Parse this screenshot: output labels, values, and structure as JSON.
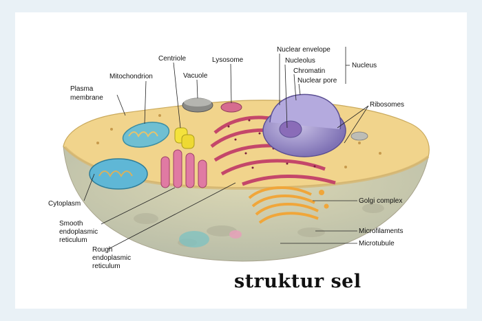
{
  "labels": {
    "plasma_membrane": [
      "Plasma",
      "membrane"
    ],
    "mitochondrion": "Mitochondrion",
    "centriole": "Centriole",
    "vacuole": "Vacuole",
    "lysosome": "Lysosome",
    "nuclear_envelope": "Nuclear envelope",
    "nucleolus": "Nucleolus",
    "chromatin": "Chromatin",
    "nuclear_pore": "Nuclear pore",
    "nucleus": "Nucleus",
    "ribosomes": "Ribosomes",
    "cytoplasm": "Cytoplasm",
    "smooth_er": [
      "Smooth",
      "endoplasmic",
      "reticulum"
    ],
    "rough_er": [
      "Rough",
      "endoplasmic",
      "reticulum"
    ],
    "golgi": "Golgi complex",
    "microfilaments": "Microfilaments",
    "microtubule": "Microtubule"
  },
  "caption": "struktur sel",
  "colors": {
    "background": "#e9f1f6",
    "cytoplasm": "#f1d48c",
    "cell_body": "#c8c6a4",
    "nucleus": "#9b8fc6",
    "mitochondrion": "#6fbfd2",
    "rough_er": "#c4476a",
    "golgi": "#f0a63a",
    "centriole": "#f4e23c"
  }
}
